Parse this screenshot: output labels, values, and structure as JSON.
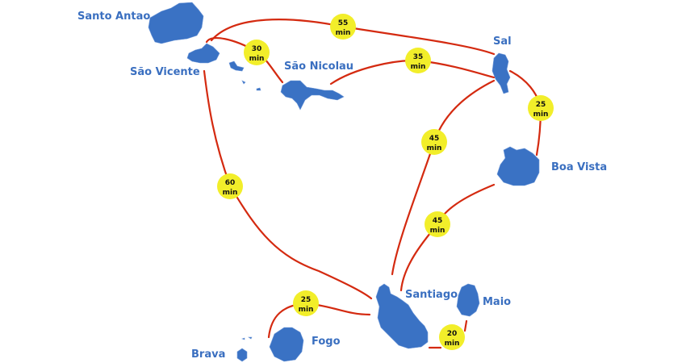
{
  "colors": {
    "island": "#3a72c4",
    "route": "#d42a10",
    "badge": "#f2ee2a",
    "label": "#3a6fc0"
  },
  "islands": {
    "santo_antao": "Santo Antao",
    "sao_vicente": "São Vicente",
    "sao_nicolau": "São Nicolau",
    "sal": "Sal",
    "boa_vista": "Boa Vista",
    "santiago": "Santiago",
    "maio": "Maio",
    "fogo": "Fogo",
    "brava": "Brava"
  },
  "routes": [
    {
      "from": "Santo Antao",
      "to": "Sal",
      "time": "55",
      "unit": "min"
    },
    {
      "from": "São Vicente",
      "to": "São Nicolau",
      "time": "30",
      "unit": "min"
    },
    {
      "from": "São Nicolau",
      "to": "Sal",
      "time": "35",
      "unit": "min"
    },
    {
      "from": "Sal",
      "to": "Boa Vista",
      "time": "25",
      "unit": "min"
    },
    {
      "from": "Sal",
      "to": "Santiago",
      "time": "45",
      "unit": "min"
    },
    {
      "from": "Boa Vista",
      "to": "Santiago",
      "time": "45",
      "unit": "min"
    },
    {
      "from": "São Vicente",
      "to": "Santiago",
      "time": "60",
      "unit": "min"
    },
    {
      "from": "Santiago",
      "to": "Fogo",
      "time": "25",
      "unit": "min"
    },
    {
      "from": "Santiago",
      "to": "Maio",
      "time": "20",
      "unit": "min"
    }
  ]
}
